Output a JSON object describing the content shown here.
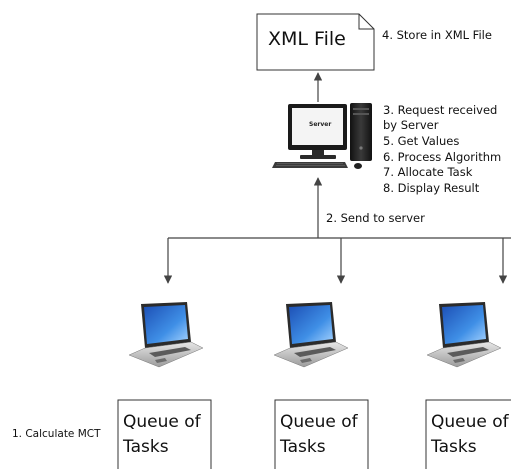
{
  "xml_file": {
    "title": "XML File",
    "step_label": "4. Store in XML File"
  },
  "server": {
    "screen_label": "Server",
    "steps": [
      "3. Request received",
      "by Server",
      "5. Get Values",
      "6. Process Algorithm",
      "7. Allocate Task",
      "8. Display Result"
    ]
  },
  "send_label": "2. Send to server",
  "calculate_label": "1. Calculate MCT",
  "queues": [
    {
      "line1": "Queue of",
      "line2": "Tasks"
    },
    {
      "line1": "Queue of",
      "line2": "Tasks"
    },
    {
      "line1": "Queue of",
      "line2": "Tasks"
    }
  ]
}
